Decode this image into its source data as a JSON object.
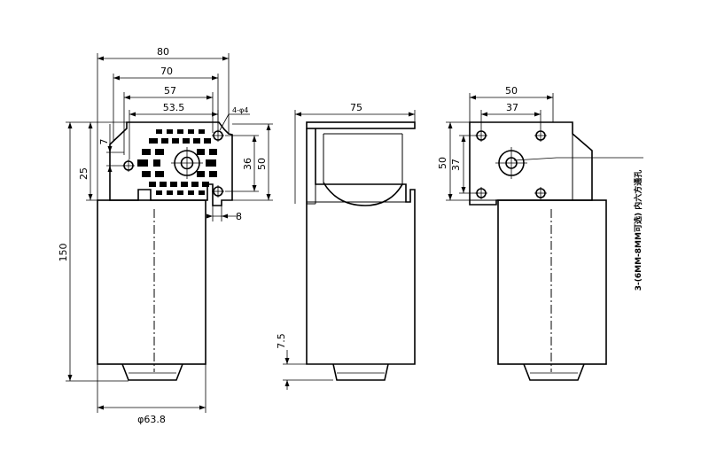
{
  "dimensions": {
    "width_80": "80",
    "width_70": "70",
    "width_57": "57",
    "width_53_5": "53.5",
    "holes_4_phi4": "4-φ4",
    "height_7": "7",
    "height_25": "25",
    "height_150": "150",
    "height_36": "36",
    "height_50_front": "50",
    "offset_8": "8",
    "diameter_63_8": "φ63.8",
    "side_width_75": "75",
    "side_height_7_5": "7.5",
    "rear_width_50": "50",
    "rear_width_37": "37",
    "rear_height_50": "50",
    "rear_height_37": "37"
  },
  "notes": {
    "shaft_note": "3-(6MM-8MM可选) 内六方通孔"
  }
}
